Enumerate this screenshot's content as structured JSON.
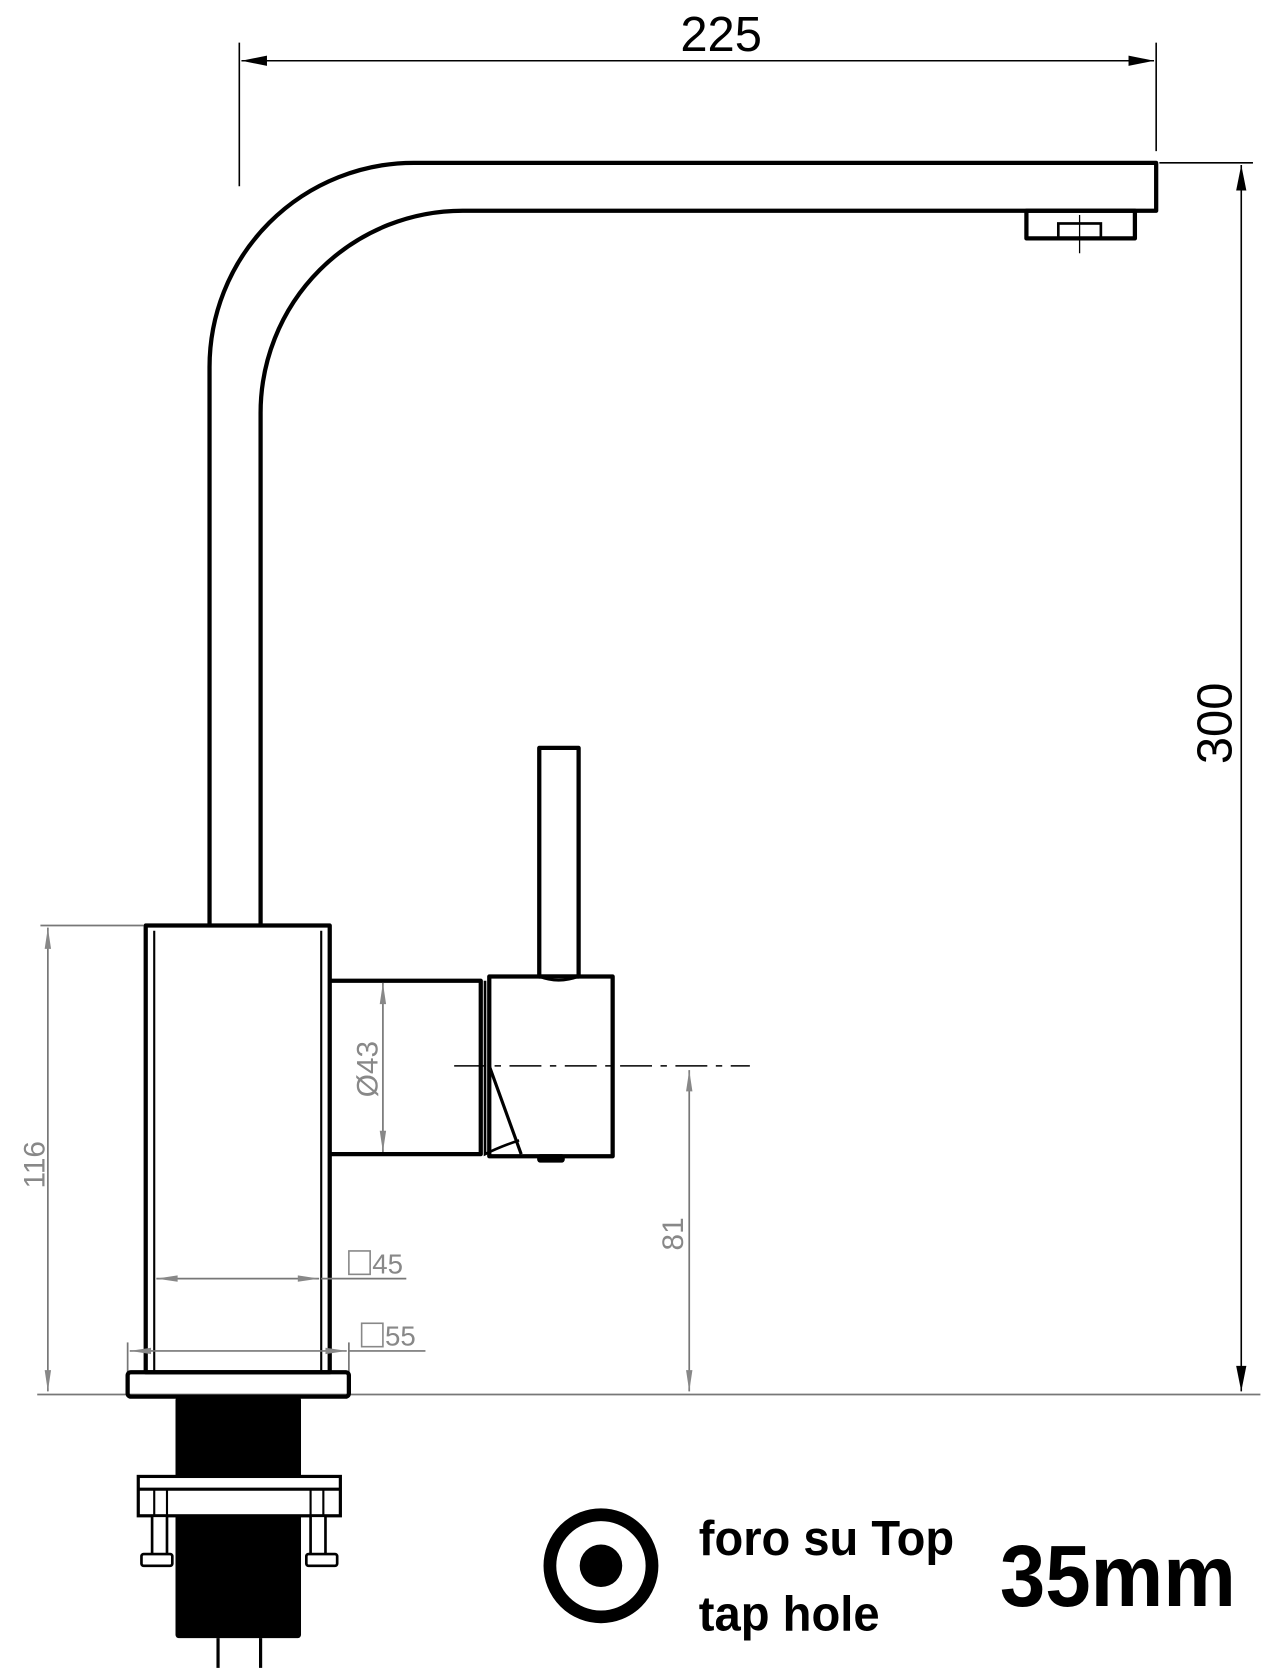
{
  "dimensions": {
    "spout_reach": "225",
    "total_height": "300",
    "body_height": "116",
    "cartridge_diameter": "Ø43",
    "lever_axis_height": "81",
    "body_square": "45",
    "base_square": "55"
  },
  "tap_hole": {
    "label_it": "foro su Top",
    "label_en": "tap hole",
    "size": "35mm",
    "icon": "tap-hole-circle-icon"
  }
}
